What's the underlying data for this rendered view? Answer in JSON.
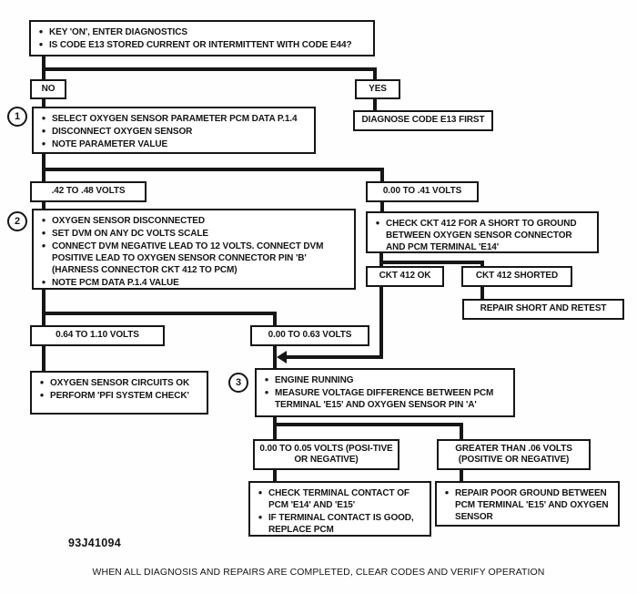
{
  "ui": {
    "bullet": "●"
  },
  "nodes": {
    "start": {
      "items": [
        "KEY 'ON', ENTER DIAGNOSTICS",
        "IS CODE E13 STORED CURRENT OR INTERMITTENT WITH CODE E44?"
      ]
    },
    "no": {
      "label": "NO"
    },
    "yes": {
      "label": "YES"
    },
    "diagnose_e13": {
      "label": "DIAGNOSE CODE E13 FIRST"
    },
    "step1": {
      "number": "1",
      "items": [
        "SELECT OXYGEN SENSOR PARAMETER PCM DATA P.1.4",
        "DISCONNECT OXYGEN SENSOR",
        "NOTE  PARAMETER VALUE"
      ]
    },
    "volts_42_48": {
      "label": ".42 TO .48 VOLTS"
    },
    "volts_000_41": {
      "label": "0.00 TO .41 VOLTS"
    },
    "step2": {
      "number": "2",
      "items": [
        "OXYGEN SENSOR DISCONNECTED",
        "SET DVM ON ANY DC VOLTS SCALE",
        "CONNECT DVM NEGATIVE LEAD TO 12 VOLTS. CONNECT DVM POSITIVE LEAD TO OXYGEN SENSOR CONNECTOR PIN 'B' (HARNESS CONNECTOR CKT 412 TO PCM)",
        "NOTE PCM DATA P.1.4 VALUE"
      ]
    },
    "check_ckt412": {
      "items": [
        "CHECK CKT 412 FOR A SHORT TO GROUND BETWEEN OXYGEN SENSOR CONNECTOR AND PCM TERMINAL 'E14'"
      ]
    },
    "ckt412_ok": {
      "label": "CKT 412 OK"
    },
    "ckt412_shorted": {
      "label": "CKT 412 SHORTED"
    },
    "repair_short": {
      "label": "REPAIR SHORT AND RETEST"
    },
    "volts_064_110": {
      "label": "0.64 TO 1.10 VOLTS"
    },
    "volts_000_063": {
      "label": "0.00 TO 0.63 VOLTS"
    },
    "circuits_ok": {
      "items": [
        "OXYGEN  SENSOR CIRCUITS OK",
        "PERFORM 'PFI SYSTEM CHECK'"
      ]
    },
    "step3": {
      "number": "3",
      "items": [
        "ENGINE RUNNING",
        "MEASURE  VOLTAGE DIFFERENCE BETWEEN PCM TERMINAL 'E15' AND OXYGEN SENSOR PIN 'A'"
      ]
    },
    "volts_000_005": {
      "label": "0.00 TO 0.05 VOLTS (POSI-TIVE OR NEGATIVE)"
    },
    "greater_006": {
      "label": "GREATER THAN .06 VOLTS (POSITIVE OR NEGATIVE)"
    },
    "check_terminal": {
      "items": [
        "CHECK TERMINAL CONTACT OF PCM 'E14' AND 'E15'",
        "IF TERMINAL CONTACT IS GOOD, REPLACE PCM"
      ]
    },
    "repair_ground": {
      "items": [
        "REPAIR POOR GROUND BETWEEN PCM TERMINAL 'E15' AND OXYGEN SENSOR"
      ]
    }
  },
  "figure": {
    "code": "93J41094",
    "footer": "WHEN ALL DIAGNOSIS AND REPAIRS ARE COMPLETED, CLEAR CODES AND VERIFY OPERATION"
  }
}
